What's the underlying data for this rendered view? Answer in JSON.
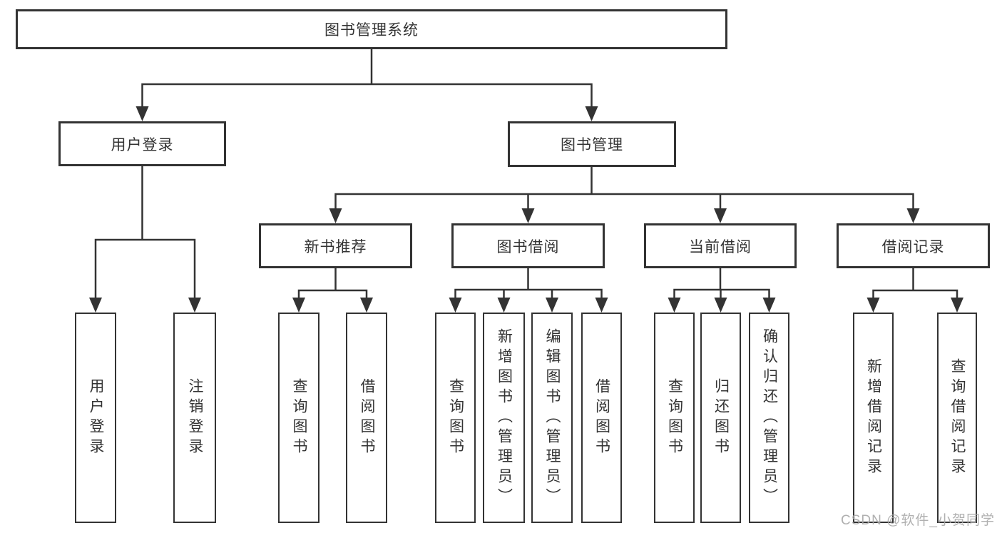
{
  "colors": {
    "line": "#333333",
    "text": "#333333",
    "watermark": "#a8a8a8",
    "background": "#ffffff"
  },
  "tree": {
    "root": "图书管理系统",
    "branches": [
      {
        "label": "用户登录",
        "children": [
          "用户登录",
          "注销登录"
        ]
      },
      {
        "label": "图书管理",
        "groups": [
          {
            "label": "新书推荐",
            "children": [
              "查询图书",
              "借阅图书"
            ]
          },
          {
            "label": "图书借阅",
            "children": [
              "查询图书",
              "新增图书（管理员）",
              "编辑图书（管理员）",
              "借阅图书"
            ]
          },
          {
            "label": "当前借阅",
            "children": [
              "查询图书",
              "归还图书",
              "确认归还（管理员）"
            ]
          },
          {
            "label": "借阅记录",
            "children": [
              "新增借阅记录",
              "查询借阅记录"
            ]
          }
        ]
      }
    ]
  },
  "watermark": {
    "text": "CSDN @软件_小贺同学"
  }
}
